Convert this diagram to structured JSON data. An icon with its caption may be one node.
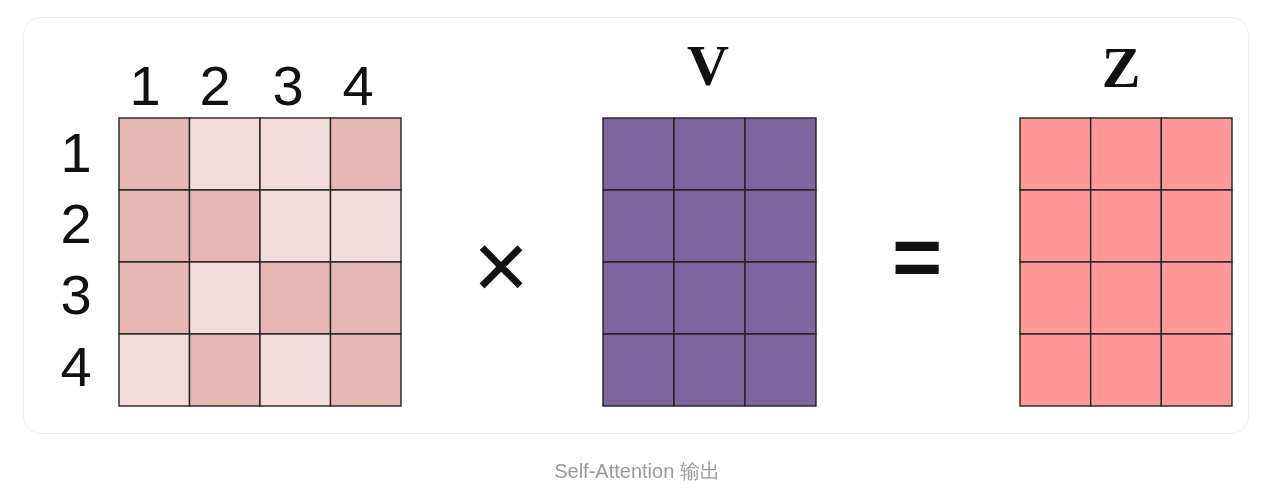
{
  "diagram": {
    "caption": "Self-Attention 输出",
    "nodes": [
      {
        "text": [],
        "shape": "grid"
      },
      {
        "text": [
          "V"
        ]
      },
      {
        "text": [
          "Z"
        ]
      }
    ],
    "labels": [
      "1",
      "2",
      "3",
      "4",
      "1",
      "2",
      "3",
      "4",
      "×",
      "="
    ]
  }
}
